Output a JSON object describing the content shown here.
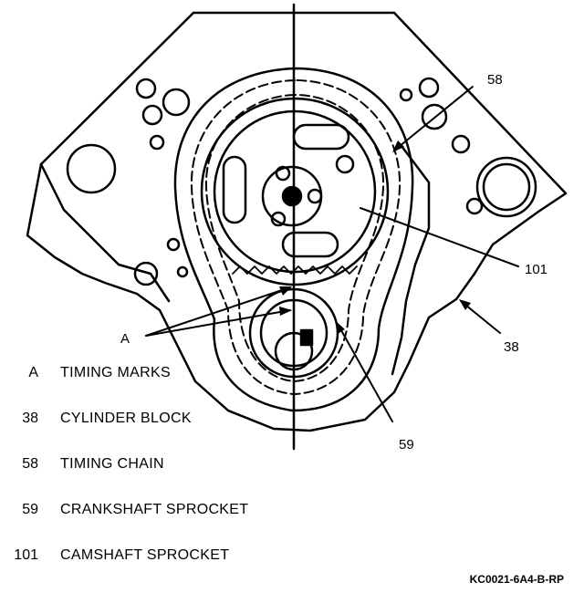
{
  "callouts": {
    "timing_marks": "A",
    "cylinder_block": "38",
    "timing_chain": "58",
    "crankshaft_sprocket": "59",
    "camshaft_sprocket": "101"
  },
  "legend": [
    {
      "key": "A",
      "desc": "TIMING MARKS"
    },
    {
      "key": "38",
      "desc": "CYLINDER BLOCK"
    },
    {
      "key": "58",
      "desc": "TIMING CHAIN"
    },
    {
      "key": "59",
      "desc": "CRANKSHAFT SPROCKET"
    },
    {
      "key": "101",
      "desc": "CAMSHAFT SPROCKET"
    }
  ],
  "drawing_id": "KC0021-6A4-B-RP"
}
